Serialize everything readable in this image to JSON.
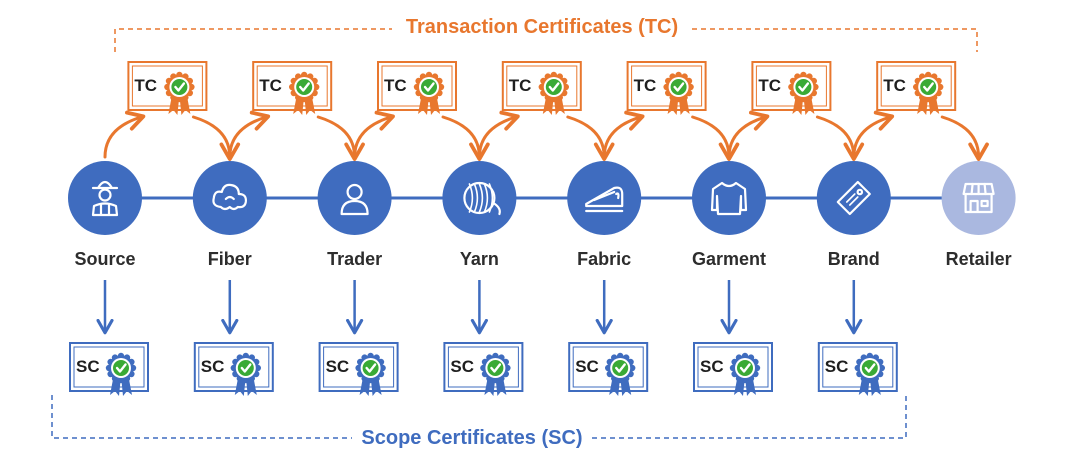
{
  "colors": {
    "orange": "#e8772e",
    "blue": "#3f6cbf",
    "light_blue": "#aab8e0",
    "green": "#3aaa35",
    "label": "#2d2d2d"
  },
  "tc_group": {
    "title": "Transaction Certificates (TC)",
    "cert_code": "TC"
  },
  "sc_group": {
    "title": "Scope Certificates (SC)",
    "cert_code": "SC"
  },
  "nodes": [
    {
      "label": "Source",
      "icon": "farmer-icon",
      "sc": true
    },
    {
      "label": "Fiber",
      "icon": "cotton-icon",
      "sc": true
    },
    {
      "label": "Trader",
      "icon": "person-icon",
      "sc": true
    },
    {
      "label": "Yarn",
      "icon": "yarn-icon",
      "sc": true
    },
    {
      "label": "Fabric",
      "icon": "fabric-icon",
      "sc": true
    },
    {
      "label": "Garment",
      "icon": "sweater-icon",
      "sc": true
    },
    {
      "label": "Brand",
      "icon": "tag-icon",
      "sc": true
    },
    {
      "label": "Retailer",
      "icon": "store-icon",
      "sc": false
    }
  ]
}
